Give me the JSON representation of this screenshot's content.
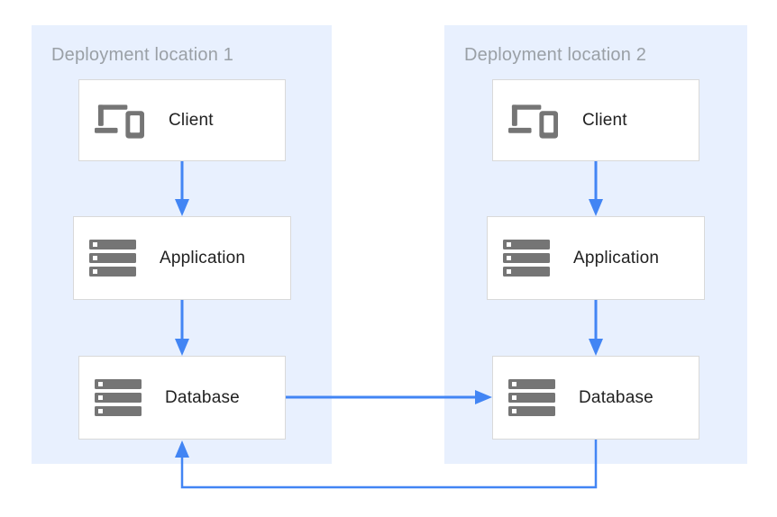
{
  "diagram": {
    "panels": [
      {
        "title": "Deployment location 1",
        "nodes": [
          {
            "label": "Client",
            "icon": "devices-icon"
          },
          {
            "label": "Application",
            "icon": "storage-icon"
          },
          {
            "label": "Database",
            "icon": "storage-icon"
          }
        ]
      },
      {
        "title": "Deployment location 2",
        "nodes": [
          {
            "label": "Client",
            "icon": "devices-icon"
          },
          {
            "label": "Application",
            "icon": "storage-icon"
          },
          {
            "label": "Database",
            "icon": "storage-icon"
          }
        ]
      }
    ],
    "connections": [
      {
        "from": "client-1",
        "to": "application-1",
        "direction": "down"
      },
      {
        "from": "application-1",
        "to": "database-1",
        "direction": "down"
      },
      {
        "from": "client-2",
        "to": "application-2",
        "direction": "down"
      },
      {
        "from": "application-2",
        "to": "database-2",
        "direction": "down"
      },
      {
        "from": "database-1",
        "to": "database-2",
        "direction": "right"
      },
      {
        "from": "database-2",
        "to": "database-1",
        "direction": "loop-bottom"
      }
    ]
  },
  "colors": {
    "canvas_bg": "#ffffff",
    "panel_bg": "#e8f0fe",
    "box_bg": "#ffffff",
    "box_border": "#d9d9d9",
    "arrow_blue": "#4285f4",
    "icon_gray": "#757575",
    "title_gray": "#9aa0a6",
    "label_dark": "#212121"
  }
}
